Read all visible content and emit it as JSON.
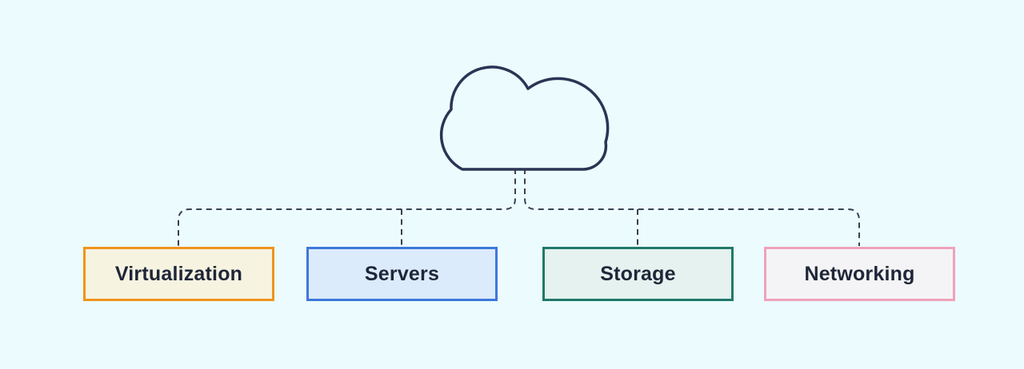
{
  "colors": {
    "background": "#ecfbfd",
    "outline": "#2b3454",
    "connector": "#3a4152",
    "text": "#1e2638"
  },
  "icons": {
    "cloud": "cloud-icon"
  },
  "nodes": [
    {
      "id": "virtualization",
      "label": "Virtualization",
      "border": "#f0931d",
      "fill": "#f6f3e1"
    },
    {
      "id": "servers",
      "label": "Servers",
      "border": "#3d78da",
      "fill": "#dcebfb"
    },
    {
      "id": "storage",
      "label": "Storage",
      "border": "#21796b",
      "fill": "#e5f2ef"
    },
    {
      "id": "networking",
      "label": "Networking",
      "border": "#f0a2ba",
      "fill": "#f4f4f6"
    }
  ]
}
